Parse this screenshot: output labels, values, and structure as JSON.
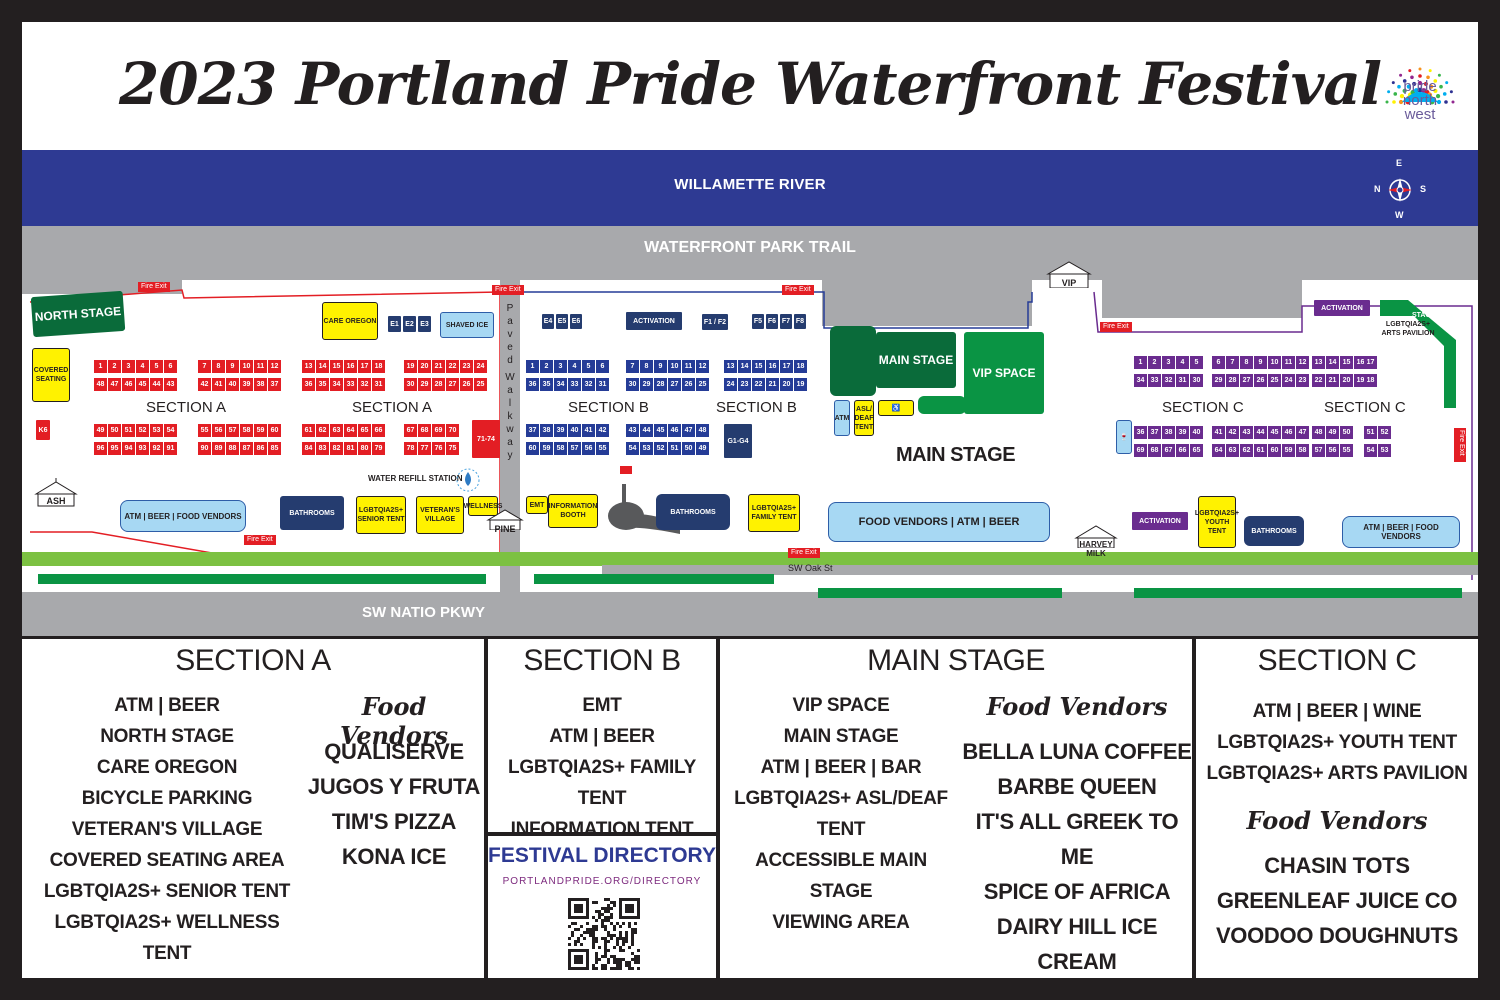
{
  "title": "2023 Portland Pride Waterfront Festival",
  "logo": {
    "line1": "pride",
    "line2": "north",
    "line3": "west",
    "icon": "rainbow-umbrella-logo-icon"
  },
  "map": {
    "river": "WILLAMETTE RIVER",
    "trail": "WATERFRONT PARK TRAIL",
    "parkway": "SW NATIO PKWY",
    "oak_st": "SW Oak St",
    "walkway_letters": [
      "P",
      "a",
      "v",
      "e",
      "d",
      "W",
      "a",
      "l",
      "k",
      "w",
      "a",
      "y"
    ],
    "compass": {
      "n": "N",
      "e": "E",
      "s": "S",
      "w": "W",
      "icon": "compass-rose-icon"
    },
    "fire_exit": "Fire Exit",
    "entrances": {
      "ash": "ASH",
      "pine": "PINE",
      "vip": "VIP",
      "harvey": "HARVEY",
      "milk": "MILK"
    },
    "section_a_label": "SECTION A",
    "section_b_label": "SECTION B",
    "section_c_label": "SECTION C",
    "main_stage_label": "MAIN STAGE",
    "places": {
      "north_stage": "NORTH STAGE",
      "covered_seating": "COVERED SEATING",
      "care_oregon": "CARE OREGON",
      "e1": "E1",
      "e2": "E2",
      "e3": "E3",
      "shaved_ice": "SHAVED ICE",
      "k6": "K6",
      "booth_71_74": "71-74",
      "water_refill": "WATER REFILL STATION",
      "atm_beer_food_a": "ATM | BEER | FOOD VENDORS",
      "bathrooms": "BATHROOMS",
      "senior_tent": "LGBTQIA2S+ SENIOR TENT",
      "veterans_village": "VETERAN'S VILLAGE",
      "wellness": "WELLNESS",
      "e4": "E4",
      "e5": "E5",
      "e6": "E6",
      "activation": "ACTIVATION",
      "f1f2": "F1 / F2",
      "f5": "F5",
      "f6": "F6",
      "f7": "F7",
      "f8": "F8",
      "g1g4": "G1-G4",
      "emt": "EMT",
      "info_booth": "INFORMATION BOOTH",
      "family_tent": "LGBTQIA2S+ FAMILY TENT",
      "main_stage_box": "MAIN STAGE",
      "vip_space": "VIP SPACE",
      "atm": "ATM",
      "asl_tent": "ASL/ DEAF TENT",
      "food_atm_beer": "FOOD VENDORS | ATM | BEER",
      "youth_tent": "LGBTQIA2S+ YOUTH TENT",
      "arts_pavilion": "LGBTQIA2S+ ARTS PAVILION",
      "stage": "STAGE",
      "atm_beer_food_c": "ATM | BEER | FOOD VENDORS"
    },
    "booths_a": {
      "r1": [
        "1",
        "2",
        "3",
        "4",
        "5",
        "6",
        "7",
        "8",
        "9",
        "10",
        "11",
        "12",
        "13",
        "14",
        "15",
        "16",
        "17",
        "18",
        "19",
        "20",
        "21",
        "22",
        "23",
        "24"
      ],
      "r2": [
        "48",
        "47",
        "46",
        "45",
        "44",
        "43",
        "42",
        "41",
        "40",
        "39",
        "38",
        "37",
        "36",
        "35",
        "34",
        "33",
        "32",
        "31",
        "30",
        "29",
        "28",
        "27",
        "26",
        "25"
      ],
      "r3": [
        "49",
        "50",
        "51",
        "52",
        "53",
        "54",
        "55",
        "56",
        "57",
        "58",
        "59",
        "60",
        "61",
        "62",
        "63",
        "64",
        "65",
        "66",
        "67",
        "68",
        "69",
        "70"
      ],
      "r4": [
        "96",
        "95",
        "94",
        "93",
        "92",
        "91",
        "90",
        "89",
        "88",
        "87",
        "86",
        "85",
        "84",
        "83",
        "82",
        "81",
        "80",
        "79",
        "78",
        "77",
        "76",
        "75"
      ]
    },
    "booths_b": {
      "r1": [
        "1",
        "2",
        "3",
        "4",
        "5",
        "6",
        "7",
        "8",
        "9",
        "10",
        "11",
        "12",
        "13",
        "14",
        "15",
        "16",
        "17",
        "18"
      ],
      "r2": [
        "36",
        "35",
        "34",
        "33",
        "32",
        "31",
        "30",
        "29",
        "28",
        "27",
        "26",
        "25",
        "24",
        "23",
        "22",
        "21",
        "20",
        "19"
      ],
      "r3": [
        "37",
        "38",
        "39",
        "40",
        "41",
        "42",
        "43",
        "44",
        "45",
        "46",
        "47",
        "48"
      ],
      "r4": [
        "60",
        "59",
        "58",
        "57",
        "56",
        "55",
        "54",
        "53",
        "52",
        "51",
        "50",
        "49"
      ]
    },
    "booths_c": {
      "r1": [
        "1",
        "2",
        "3",
        "4",
        "5",
        "6",
        "7",
        "8",
        "9",
        "10",
        "11",
        "12",
        "13",
        "14",
        "15",
        "16",
        "17"
      ],
      "r2": [
        "34",
        "33",
        "32",
        "31",
        "30",
        "29",
        "28",
        "27",
        "26",
        "25",
        "24",
        "23",
        "22",
        "21",
        "20",
        "19",
        "18"
      ],
      "r3": [
        "36",
        "37",
        "38",
        "39",
        "40",
        "41",
        "42",
        "43",
        "44",
        "45",
        "46",
        "47",
        "48",
        "49",
        "50",
        "51",
        "52"
      ],
      "r4": [
        "69",
        "68",
        "67",
        "66",
        "65",
        "64",
        "63",
        "62",
        "61",
        "60",
        "59",
        "58",
        "57",
        "56",
        "55",
        "54",
        "53"
      ]
    }
  },
  "legend": {
    "section_a": {
      "title": "SECTION A",
      "items": [
        "ATM | BEER",
        "NORTH STAGE",
        "CARE OREGON",
        "BICYCLE PARKING",
        "VETERAN'S VILLAGE",
        "COVERED SEATING AREA",
        "LGBTQIA2S+ SENIOR TENT",
        "LGBTQIA2S+ WELLNESS TENT"
      ],
      "food_title": "Food Vendors",
      "food": [
        "QUALISERVE",
        "JUGOS Y FRUTA",
        "TIM'S PIZZA",
        "KONA ICE"
      ]
    },
    "section_b": {
      "title": "SECTION B",
      "items": [
        "EMT",
        "ATM | BEER",
        "LGBTQIA2S+ FAMILY TENT",
        "INFORMATION TENT"
      ]
    },
    "directory": {
      "title": "FESTIVAL DIRECTORY",
      "url": "PORTLANDPRIDE.ORG/DIRECTORY",
      "qr_icon": "qr-code-icon"
    },
    "main_stage": {
      "title": "MAIN STAGE",
      "items": [
        "VIP SPACE",
        "MAIN STAGE",
        "ATM | BEER | BAR",
        "LGBTQIA2S+ ASL/DEAF TENT",
        "ACCESSIBLE MAIN STAGE",
        "VIEWING AREA"
      ],
      "food_title": "Food Vendors",
      "food": [
        "BELLA LUNA COFFEE",
        "BARBE QUEEN",
        "IT'S ALL GREEK TO ME",
        "SPICE OF AFRICA",
        "DAIRY HILL ICE CREAM"
      ]
    },
    "section_c": {
      "title": "SECTION C",
      "items": [
        "ATM | BEER | WINE",
        "LGBTQIA2S+ YOUTH TENT",
        "LGBTQIA2S+ ARTS PAVILION"
      ],
      "food_title": "Food Vendors",
      "food": [
        "CHASIN TOTS",
        "GREENLEAF JUICE CO",
        "VOODOO DOUGHNUTS"
      ]
    }
  },
  "colors": {
    "section_a": "#e31e24",
    "section_b": "#253c97",
    "section_c": "#6a2c8f",
    "main_stage": "#0a9444",
    "river": "#2e3a93"
  }
}
